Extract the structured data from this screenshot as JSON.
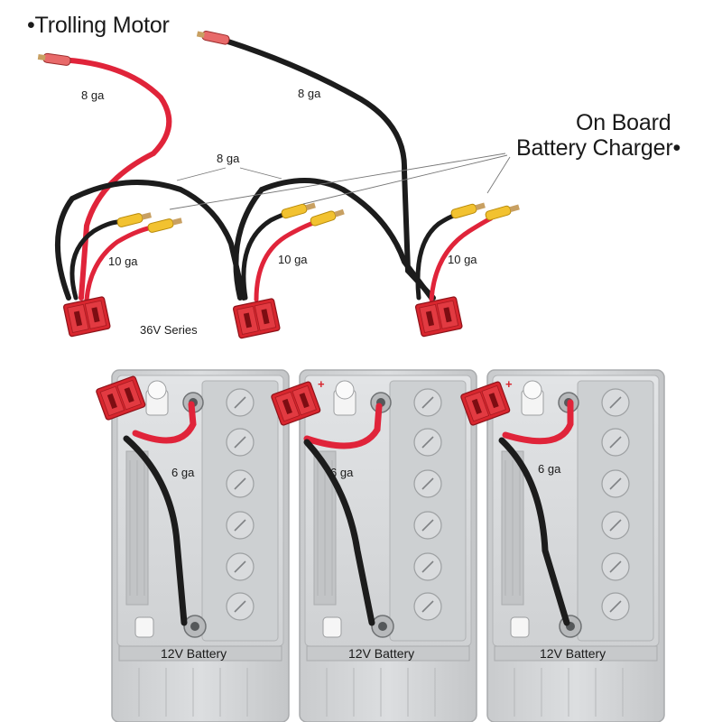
{
  "labels": {
    "trolling_motor": "•Trolling Motor",
    "on_board": "On Board",
    "battery_charger": "Battery Charger•",
    "series": "36V Series"
  },
  "gauges": {
    "motor_positive": "8 ga",
    "motor_negative": "8 ga",
    "jumper": "8 ga",
    "charger_lead_1": "10 ga",
    "charger_lead_2": "10 ga",
    "charger_lead_3": "10 ga",
    "battery_lead_1": "6 ga",
    "battery_lead_2": "6 ga",
    "battery_lead_3": "6 ga"
  },
  "batteries": [
    {
      "label": "12V Battery"
    },
    {
      "label": "12V Battery"
    },
    {
      "label": "12V Battery"
    }
  ],
  "colors": {
    "red_wire": "#e0243a",
    "black_wire": "#1c1c1c",
    "connector": "#d8262e",
    "terminal_ring": "#f2c230",
    "battery_case": "#d4d6d8"
  }
}
